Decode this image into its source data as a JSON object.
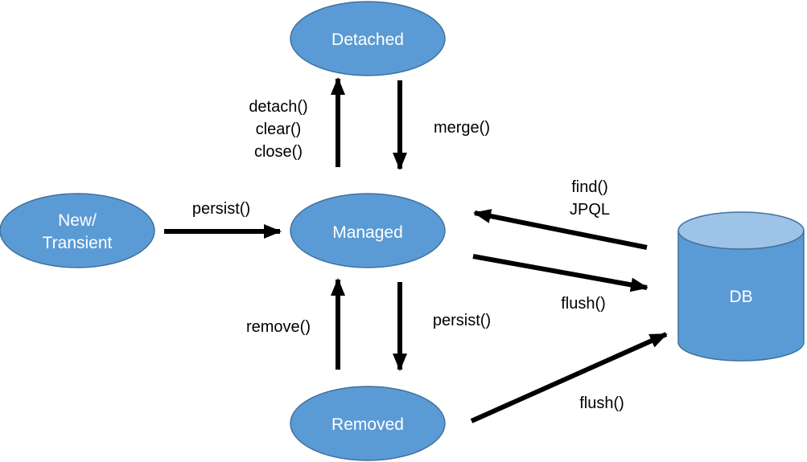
{
  "colors": {
    "node_fill": "#5b9bd5",
    "node_stroke": "#41719c",
    "db_top_fill": "#9dc3e6",
    "arrow": "#000000",
    "node_text": "#ffffff"
  },
  "nodes": {
    "detached": "Detached",
    "new_transient": {
      "line1": "New/",
      "line2": "Transient"
    },
    "managed": "Managed",
    "removed": "Removed",
    "db": "DB"
  },
  "edges": {
    "detach_labels": {
      "l1": "detach()",
      "l2": "clear()",
      "l3": "close()"
    },
    "merge": "merge()",
    "persist_new": "persist()",
    "find_labels": {
      "l1": "find()",
      "l2": "JPQL"
    },
    "flush_managed": "flush()",
    "remove": "remove()",
    "persist_removed": "persist()",
    "flush_removed": "flush()"
  }
}
